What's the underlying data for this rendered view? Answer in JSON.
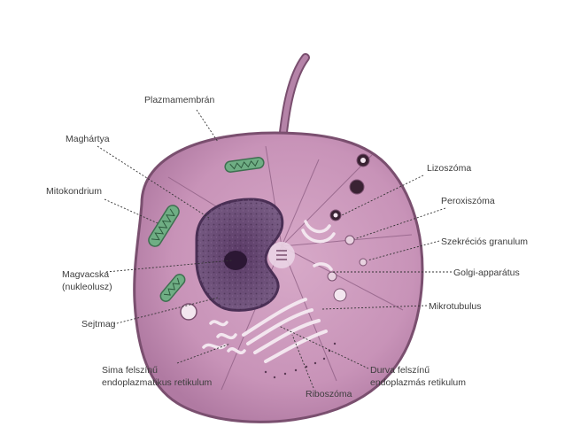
{
  "diagram": {
    "labels": {
      "plazmamembran": "Plazmamembrán",
      "maghartya": "Maghártya",
      "mitokondrium": "Mitokondrium",
      "magvacska_line1": "Magvacska",
      "magvacska_line2": "(nukleolusz)",
      "sejtmag": "Sejtmag",
      "sima_er_line1": "Sima felszínű",
      "sima_er_line2": "endoplazmatikus retikulum",
      "riboszoma": "Riboszóma",
      "durva_er_line1": "Durva felszínű",
      "durva_er_line2": "endoplazmás retikulum",
      "lizoszoma": "Lizoszóma",
      "peroxiszoma": "Peroxiszóma",
      "szekrecios_granulum": "Szekréciós granulum",
      "golgi": "Golgi-apparátus",
      "mikrotubulus": "Mikrotubulus"
    },
    "colors": {
      "cytoplasm": "#c893b8",
      "membrane": "#7a4f6f",
      "nucleus": "#6b4a75",
      "mitochondria": "#6fae84",
      "leader_line": "#333333",
      "label_text": "#3d3d3d"
    }
  }
}
